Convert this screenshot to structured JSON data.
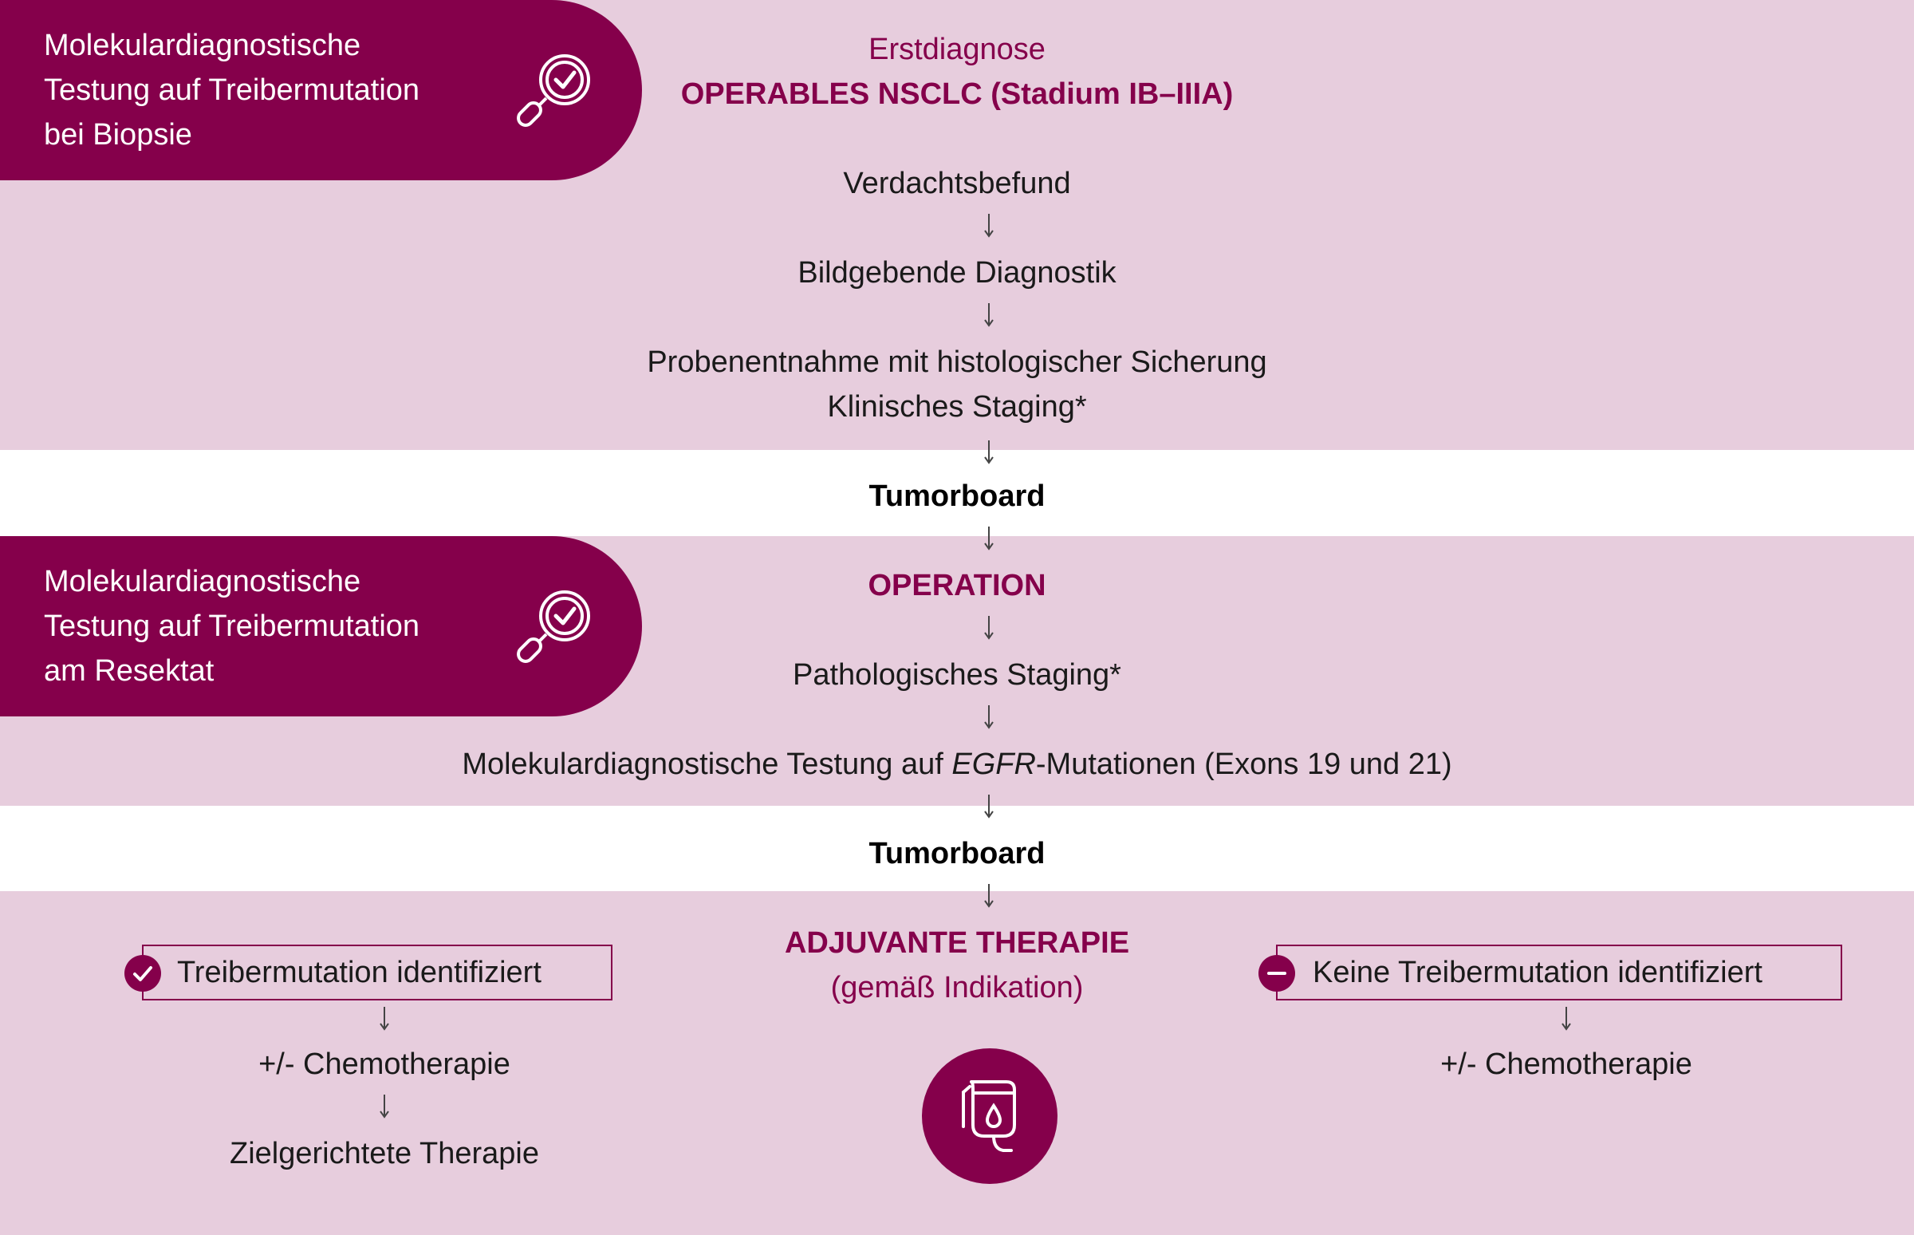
{
  "colors": {
    "accent": "#85004b",
    "band": "#e7cddd",
    "white": "#ffffff"
  },
  "pills": {
    "biopsie": {
      "lines": [
        "Molekulardiagnostische",
        "Testung auf Treibermutation",
        "bei Biopsie"
      ],
      "icon": "magnifier-check-icon"
    },
    "resektat": {
      "lines": [
        "Molekulardiagnostische",
        "Testung auf Treibermutation",
        "am Resektat"
      ],
      "icon": "magnifier-check-icon"
    }
  },
  "flow": {
    "kicker": "Erstdiagnose",
    "title": "OPERABLES NSCLC (Stadium IB–IIIA)",
    "step1": "Verdachtsbefund",
    "step2": "Bildgebende Diagnostik",
    "step3_line1": "Probenentnahme mit histologischer Sicherung",
    "step3_line2": "Klinisches Staging*",
    "board1": "Tumorboard",
    "operation": "OPERATION",
    "path_staging": "Pathologisches Staging*",
    "molecular_pre": "Molekulardiagnostische Testung auf ",
    "molecular_gene": "EGFR",
    "molecular_post": "-Mutationen (Exons 19 und 21)",
    "board2": "Tumorboard",
    "adjuvant_title": "ADJUVANTE THERAPIE",
    "adjuvant_sub": "(gemäß Indikation)",
    "adjuvant_icon": "infusion-bag-icon"
  },
  "left_branch": {
    "label": "Treibermutation identifiziert",
    "icon": "check-circle-icon",
    "step1": "+/- Chemotherapie",
    "step2": "Zielgerichtete Therapie"
  },
  "right_branch": {
    "label": "Keine Treibermutation identifiziert",
    "icon": "minus-circle-icon",
    "step1": "+/- Chemotherapie"
  }
}
